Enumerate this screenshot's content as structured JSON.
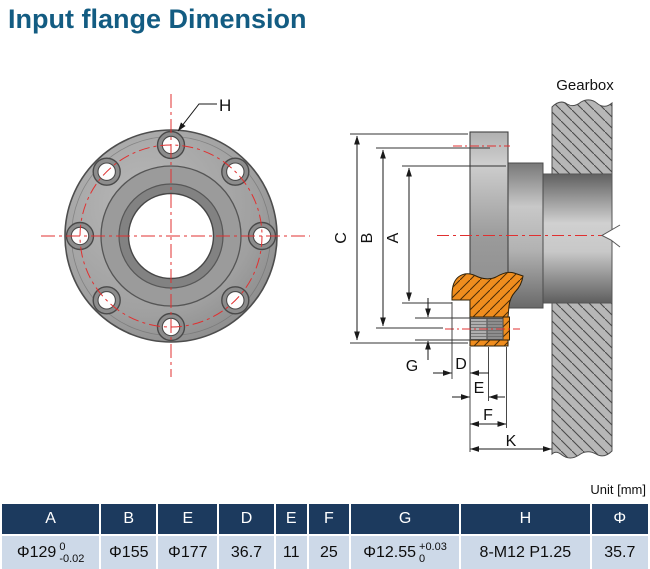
{
  "title": "Input flange Dimension",
  "unit_label": "Unit [mm]",
  "drawing": {
    "gearbox_label": "Gearbox",
    "front_view": {
      "hole_callout": "H"
    },
    "side_view_labels": {
      "a": "A",
      "b": "B",
      "c": "C",
      "d": "D",
      "e": "E",
      "f": "F",
      "g": "G",
      "k": "K"
    }
  },
  "colors": {
    "accent_blue": "#135c82",
    "table_header_bg": "#1c3a5e",
    "table_body_bg": "#cdd9e8",
    "section_orange": "#ef8d1e",
    "centerline_red": "#e03030"
  },
  "table": {
    "headers": [
      "A",
      "B",
      "E",
      "D",
      "E",
      "F",
      "G",
      "H",
      "Φ"
    ],
    "row": {
      "a": {
        "main": "Φ129",
        "sup": "0",
        "sub": "-0.02"
      },
      "b": "Φ155",
      "e1": "Φ177",
      "d": "36.7",
      "e2": "11",
      "f": "25",
      "g": {
        "main": "Φ12.55",
        "sup": "+0.03",
        "sub": "0"
      },
      "h": "8-M12 P1.25",
      "phi": "35.7"
    }
  }
}
